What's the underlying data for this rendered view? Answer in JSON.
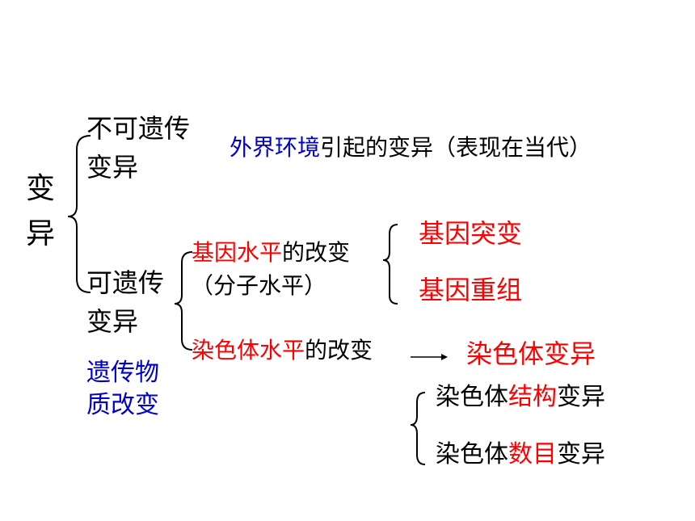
{
  "root": {
    "line1": "变",
    "line2": "异"
  },
  "non_heritable": {
    "line1": "不可遗传",
    "line2": "变异",
    "desc_highlight": "外界环境",
    "desc_rest": "引起的变异（表现在当代）"
  },
  "heritable": {
    "line1": "可遗传",
    "line2": "变异",
    "note_line1": "遗传物",
    "note_line2": "质改变"
  },
  "gene_level": {
    "highlight": "基因水平",
    "rest": "的改变",
    "sub": "（分子水平）",
    "types": [
      "基因突变",
      "基因重组"
    ]
  },
  "chromosome_level": {
    "highlight": "染色体水平",
    "rest": "的改变",
    "result": "染色体变异",
    "structure": {
      "prefix": "染色体",
      "highlight": "结构",
      "suffix": "变异"
    },
    "number": {
      "prefix": "染色体",
      "highlight": "数目",
      "suffix": "变异"
    }
  },
  "colors": {
    "red": "#ff0000",
    "blue": "#0000cc",
    "text": "#000000"
  }
}
